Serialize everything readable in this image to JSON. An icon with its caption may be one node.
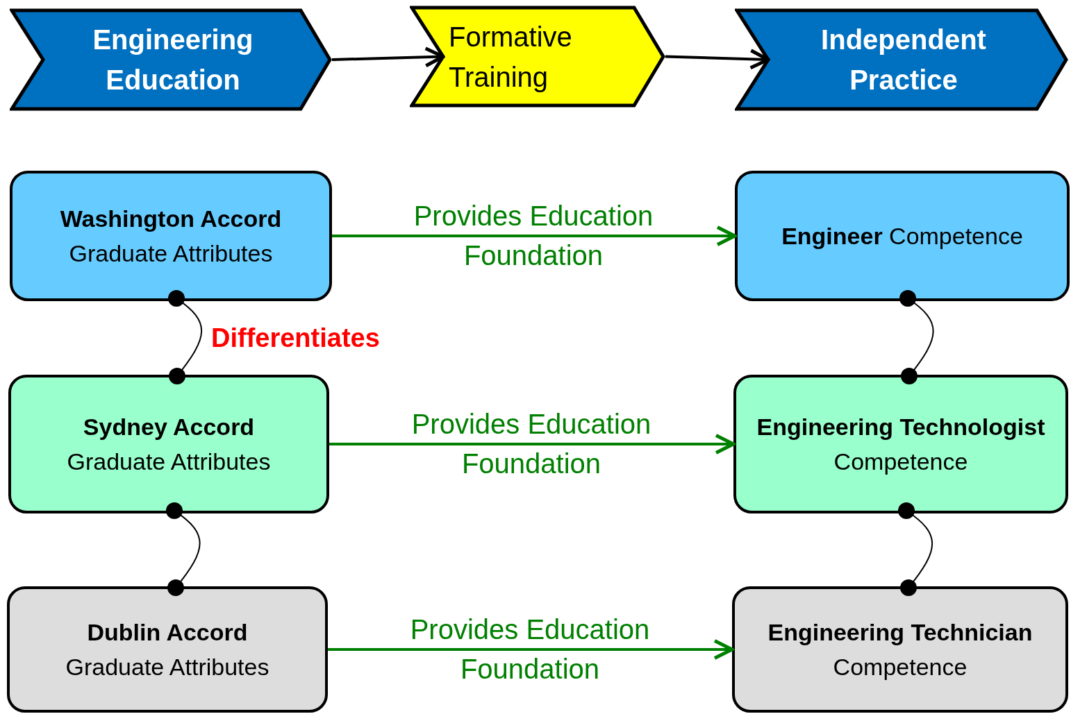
{
  "diagram": {
    "nodes": [
      {
        "text": [
          "Engineering Education"
        ]
      },
      {
        "text": [
          "Formative Training"
        ]
      },
      {
        "text": [
          "Independent Practice"
        ]
      },
      {
        "text": [
          "Washington Accord",
          "Graduate Attributes"
        ]
      },
      {
        "text": [
          "**Engineer** Competence"
        ]
      },
      {
        "text": [
          "Sydney Accord",
          "Graduate Attributes"
        ]
      },
      {
        "text": [
          "**Engineering Technologist** Competence"
        ]
      },
      {
        "text": [
          "Dublin Accord",
          "Graduate Attributes"
        ]
      },
      {
        "text": [
          "**Engineering Technician** Competence"
        ]
      }
    ],
    "edges": [
      {
        "from": 0,
        "to": 1,
        "arrow": "to"
      },
      {
        "from": 1,
        "to": 2,
        "arrow": "to"
      },
      {
        "from": 3,
        "to": 4,
        "arrow": "to",
        "label": "Provides Education Foundation",
        "color": "#008000"
      },
      {
        "from": 5,
        "to": 6,
        "arrow": "to",
        "label": "Provides Education Foundation",
        "color": "#008000"
      },
      {
        "from": 7,
        "to": 8,
        "arrow": "to",
        "label": "Provides Education Foundation",
        "color": "#008000"
      },
      {
        "from": 3,
        "to": 5,
        "arrow": "other"
      },
      {
        "from": 5,
        "to": 7,
        "arrow": "other"
      },
      {
        "from": 4,
        "to": 6,
        "arrow": "other"
      },
      {
        "from": 6,
        "to": 8,
        "arrow": "other"
      }
    ],
    "labels": [
      "Differentiates"
    ]
  }
}
